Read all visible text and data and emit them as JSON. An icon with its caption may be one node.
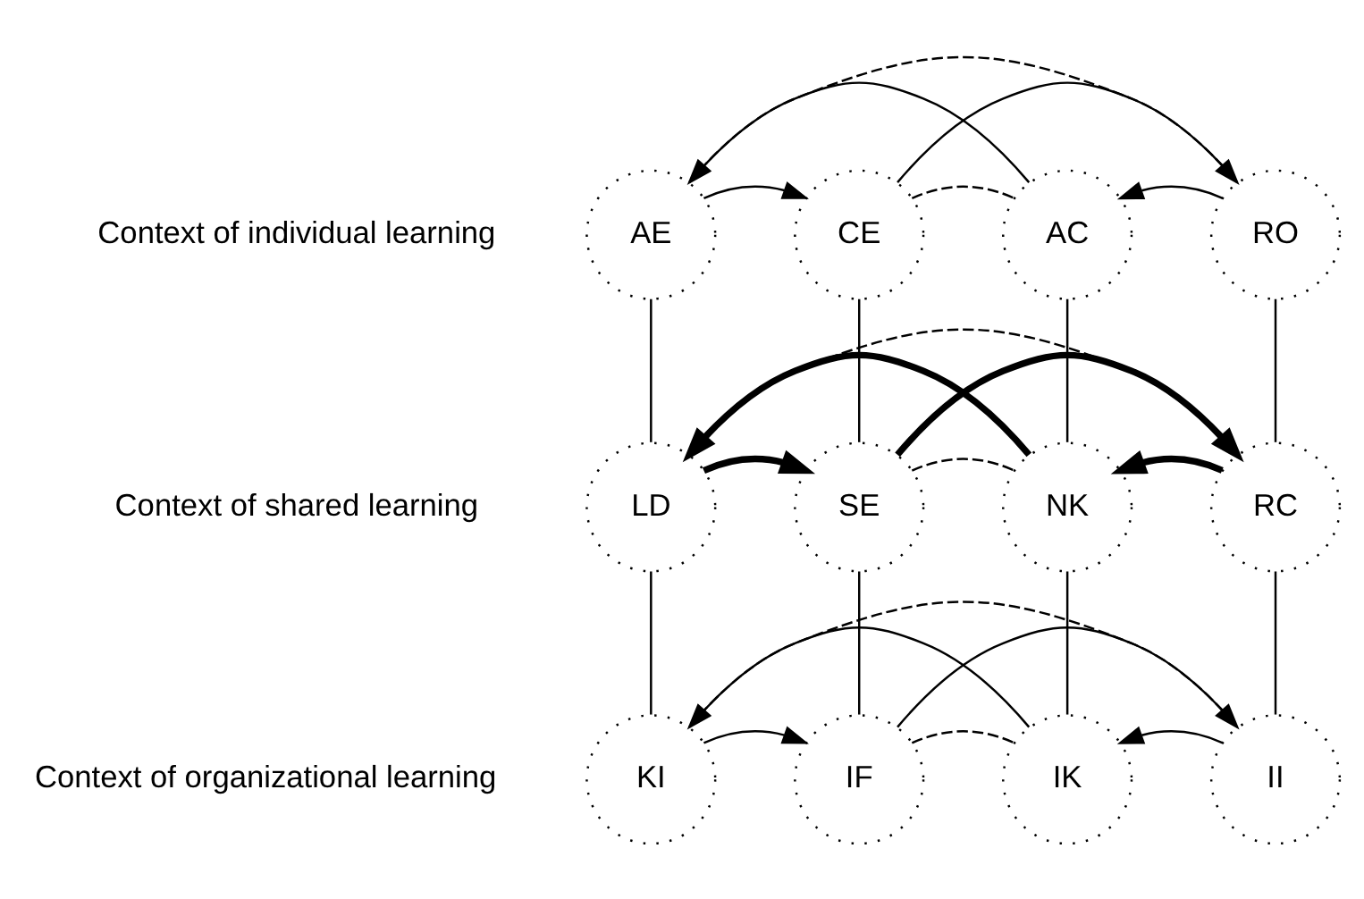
{
  "diagram": {
    "nodes": [
      {
        "text": [
          "CE"
        ]
      },
      {
        "text": [
          "RO"
        ]
      },
      {
        "text": [
          "AE"
        ]
      },
      {
        "text": [
          "AC"
        ]
      },
      {
        "text": [
          "SE"
        ]
      },
      {
        "text": [
          "RC"
        ]
      },
      {
        "text": [
          "LD"
        ]
      },
      {
        "text": [
          "NK"
        ]
      },
      {
        "text": [
          "IF"
        ]
      },
      {
        "text": [
          "II"
        ]
      },
      {
        "text": [
          "KI"
        ]
      },
      {
        "text": [
          "IK"
        ]
      }
    ],
    "edges": [
      {
        "from": 2,
        "to": 0,
        "arrow": "to"
      },
      {
        "from": 0,
        "to": 1,
        "arrow": "to"
      },
      {
        "from": 1,
        "to": 3,
        "arrow": "to"
      },
      {
        "from": 3,
        "to": 2,
        "arrow": "to"
      },
      {
        "from": 2,
        "to": 1,
        "arrow": "none",
        "style": "dashed"
      },
      {
        "from": 0,
        "to": 3,
        "arrow": "none",
        "style": "dashed"
      },
      {
        "from": 6,
        "to": 4,
        "arrow": "to",
        "style": "thick"
      },
      {
        "from": 4,
        "to": 5,
        "arrow": "to",
        "style": "thick"
      },
      {
        "from": 5,
        "to": 7,
        "arrow": "to",
        "style": "thick"
      },
      {
        "from": 7,
        "to": 6,
        "arrow": "to",
        "style": "thick"
      },
      {
        "from": 6,
        "to": 5,
        "arrow": "none",
        "style": "dashed"
      },
      {
        "from": 4,
        "to": 7,
        "arrow": "none",
        "style": "dashed"
      },
      {
        "from": 10,
        "to": 8,
        "arrow": "to"
      },
      {
        "from": 8,
        "to": 9,
        "arrow": "to"
      },
      {
        "from": 9,
        "to": 11,
        "arrow": "to"
      },
      {
        "from": 11,
        "to": 10,
        "arrow": "to"
      },
      {
        "from": 10,
        "to": 9,
        "arrow": "none",
        "style": "dashed"
      },
      {
        "from": 8,
        "to": 11,
        "arrow": "none",
        "style": "dashed"
      },
      {
        "from": 2,
        "to": 6,
        "arrow": "none"
      },
      {
        "from": 6,
        "to": 10,
        "arrow": "none"
      },
      {
        "from": 0,
        "to": 4,
        "arrow": "none"
      },
      {
        "from": 4,
        "to": 8,
        "arrow": "none"
      },
      {
        "from": 3,
        "to": 7,
        "arrow": "none"
      },
      {
        "from": 7,
        "to": 11,
        "arrow": "none"
      },
      {
        "from": 1,
        "to": 5,
        "arrow": "none"
      },
      {
        "from": 5,
        "to": 9,
        "arrow": "none"
      }
    ],
    "labels": [
      "Context of individual learning",
      "Context of shared learning",
      "Context of organizational learning"
    ]
  }
}
